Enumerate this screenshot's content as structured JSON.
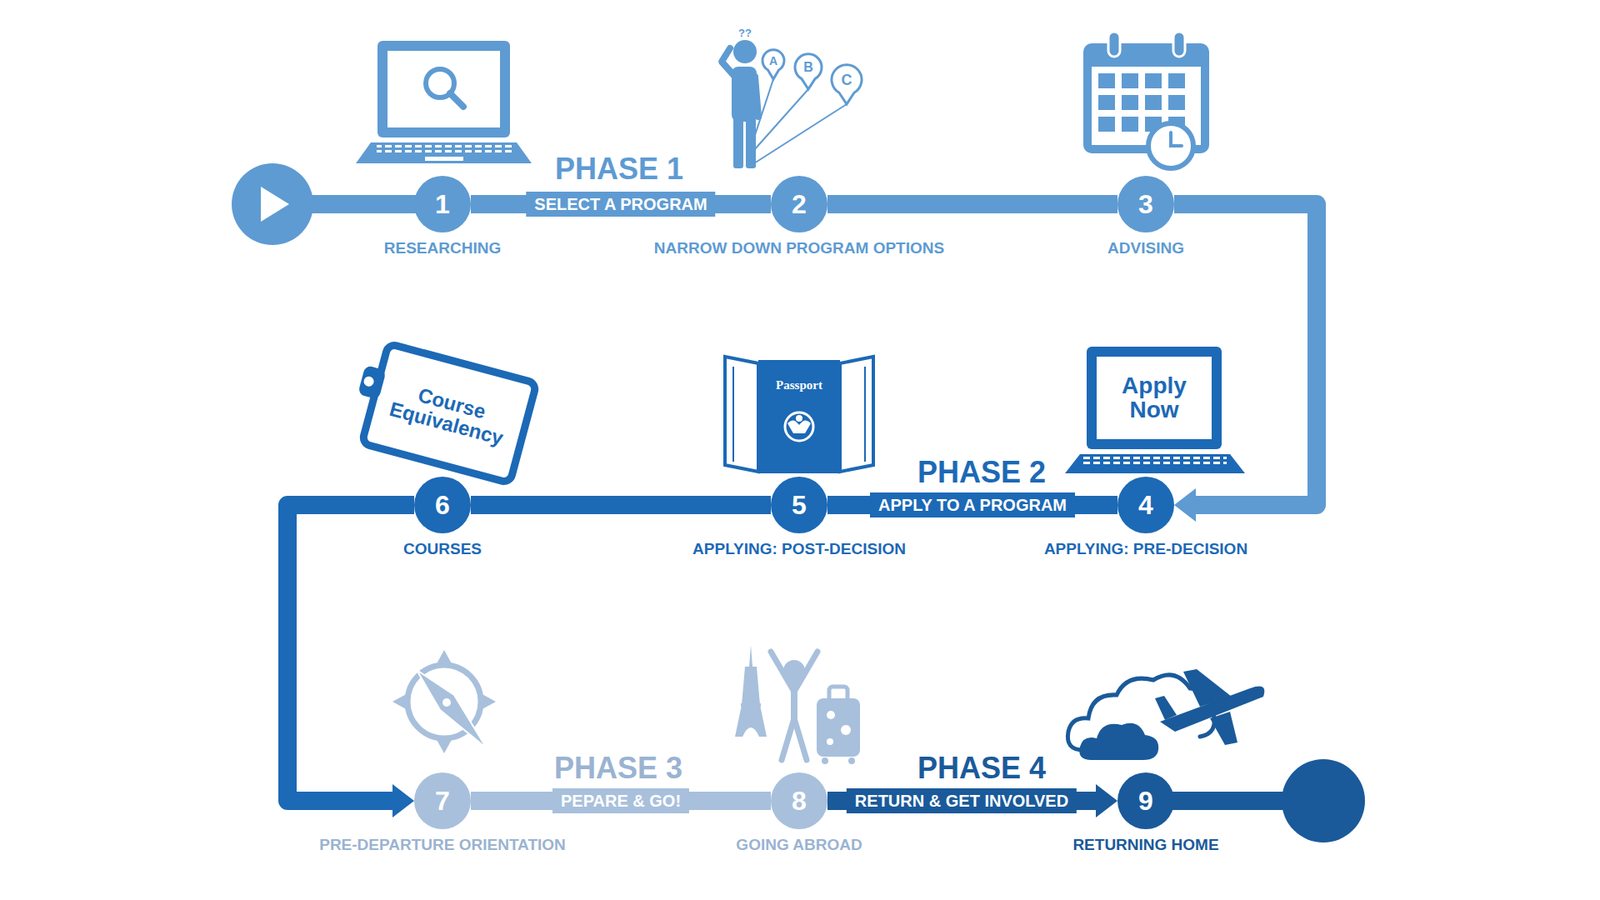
{
  "diagram": {
    "nodes": [
      {
        "text": [
          "1",
          "RESEARCHING"
        ]
      },
      {
        "text": [
          "2",
          "NARROW DOWN PROGRAM OPTIONS"
        ]
      },
      {
        "text": [
          "3",
          "ADVISING"
        ]
      },
      {
        "text": [
          "4",
          "APPLYING: PRE-DECISION"
        ]
      },
      {
        "text": [
          "5",
          "APPLYING: POST-DECISION"
        ]
      },
      {
        "text": [
          "6",
          "COURSES"
        ]
      },
      {
        "text": [
          "7",
          "PRE-DEPARTURE ORIENTATION"
        ]
      },
      {
        "text": [
          "8",
          "GOING ABROAD"
        ]
      },
      {
        "text": [
          "9",
          "RETURNING HOME"
        ]
      }
    ],
    "edges": [
      {
        "from": 0,
        "to": 1,
        "arrow": "none",
        "label": "SELECT A PROGRAM"
      },
      {
        "from": 1,
        "to": 2,
        "arrow": "none"
      },
      {
        "from": 2,
        "to": 3,
        "arrow": "to"
      },
      {
        "from": 3,
        "to": 4,
        "arrow": "none",
        "label": "APPLY TO A PROGRAM"
      },
      {
        "from": 4,
        "to": 5,
        "arrow": "none"
      },
      {
        "from": 5,
        "to": 6,
        "arrow": "to"
      },
      {
        "from": 6,
        "to": 7,
        "arrow": "none",
        "label": "PEPARE & GO!"
      },
      {
        "from": 7,
        "to": 8,
        "arrow": "to",
        "label": "RETURN & GET INVOLVED"
      }
    ],
    "labels": [
      "PHASE 1",
      "PHASE 2",
      "PHASE 3",
      "PHASE 4",
      "??",
      "A",
      "B",
      "C",
      "Course Equivalency",
      "Passport",
      "Apply Now"
    ]
  }
}
